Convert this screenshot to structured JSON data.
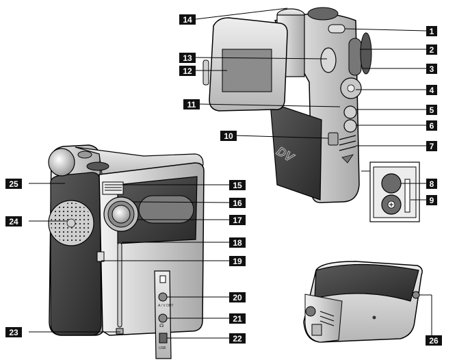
{
  "callouts": [
    {
      "id": "1",
      "label": "1"
    },
    {
      "id": "2",
      "label": "2"
    },
    {
      "id": "3",
      "label": "3"
    },
    {
      "id": "4",
      "label": "4"
    },
    {
      "id": "5",
      "label": "5"
    },
    {
      "id": "6",
      "label": "6"
    },
    {
      "id": "7",
      "label": "7"
    },
    {
      "id": "8",
      "label": "8"
    },
    {
      "id": "9",
      "label": "9"
    },
    {
      "id": "10",
      "label": "10"
    },
    {
      "id": "11",
      "label": "11"
    },
    {
      "id": "12",
      "label": "12"
    },
    {
      "id": "13",
      "label": "13"
    },
    {
      "id": "14",
      "label": "14"
    },
    {
      "id": "15",
      "label": "15"
    },
    {
      "id": "16",
      "label": "16"
    },
    {
      "id": "17",
      "label": "17"
    },
    {
      "id": "18",
      "label": "18"
    },
    {
      "id": "19",
      "label": "19"
    },
    {
      "id": "20",
      "label": "20"
    },
    {
      "id": "21",
      "label": "21"
    },
    {
      "id": "22",
      "label": "22"
    },
    {
      "id": "23",
      "label": "23"
    },
    {
      "id": "24",
      "label": "24"
    },
    {
      "id": "25",
      "label": "25"
    },
    {
      "id": "26",
      "label": "26"
    }
  ],
  "device_marks": {
    "dv_logo": "DV",
    "av_out": "A / V OUT",
    "usb": "USB"
  },
  "colors": {
    "callout_box": "#111111",
    "line": "#000000",
    "body_dark": "#3a3a3a",
    "body_mid": "#9a9a9a",
    "body_light": "#dcdcdc"
  }
}
